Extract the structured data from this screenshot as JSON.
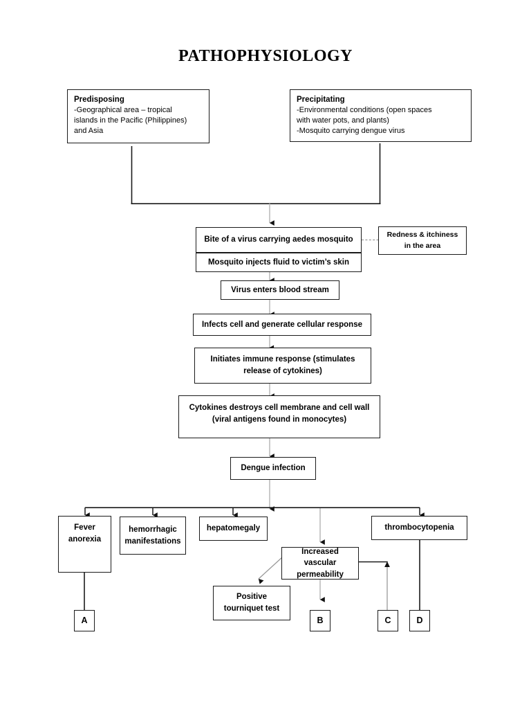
{
  "page": {
    "title": "PATHOPHYSIOLOGY"
  },
  "chart_data": {
    "type": "diagram",
    "title": "PATHOPHYSIOLOGY",
    "subtype": "flowchart",
    "orientation": "top-to-bottom"
  },
  "factors": {
    "predisposing": {
      "heading": "Predisposing",
      "line1": "-Geographical area – tropical",
      "line2": "islands in the Pacific (Philippines)",
      "line3": "and Asia"
    },
    "precipitating": {
      "heading": "Precipitating",
      "line1": "-Environmental conditions (open spaces",
      "line2": "with water pots, and plants)",
      "line3": "-Mosquito carrying dengue virus"
    }
  },
  "flow": {
    "bite": "Bite of a virus carrying aedes mosquito",
    "redness_l1": "Redness & itchiness",
    "redness_l2": "in the area",
    "inject": "Mosquito injects fluid to victim’s skin",
    "bloodstream": "Virus enters blood stream",
    "infects": "Infects cell and generate cellular response",
    "immune_l1": "Initiates immune response (stimulates",
    "immune_l2": "release of cytokines)",
    "cytokines_l1": "Cytokines destroys cell membrane and cell wall",
    "cytokines_l2": "(viral antigens found in monocytes)",
    "dengue": "Dengue infection"
  },
  "manifestations": {
    "fever_l1": "Fever",
    "fever_l2": "anorexia",
    "hemorrhagic_l1": "hemorrhagic",
    "hemorrhagic_l2": "manifestations",
    "hepatomegaly": "hepatomegaly",
    "vascular_l1": "Increased vascular",
    "vascular_l2": "permeability",
    "thrombocytopenia": "thrombocytopenia",
    "tourniquet_l1": "Positive",
    "tourniquet_l2": "tourniquet test"
  },
  "connectors": {
    "a": "A",
    "b": "B",
    "c": "C",
    "d": "D"
  },
  "colors": {
    "stroke_dark": "#1a1a1a",
    "stroke_light": "#999999",
    "background": "#ffffff",
    "text": "#000000"
  }
}
